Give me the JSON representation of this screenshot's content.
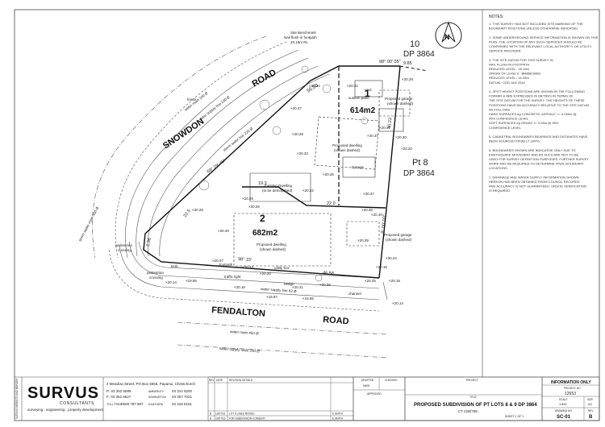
{
  "notes": {
    "title": "NOTES:",
    "lines": [
      "1.  THIS SURVEY HAS NOT INCLUDED SITE MARKING OF THE",
      "    BOUNDARY POSITIONS UNLESS OTHERWISE INDICATED.",
      "",
      "2.  SOME UNDERGROUND SERVICE INFORMATION IS SHOWN ON THIS",
      "    PLAN. THE LOCATION OF ANY SUCH SERVICES SHOULD BE",
      "    CONFIRMED WITH THE RELEVANT LOCAL AUTHORITY OR UTILITY",
      "    SERVICE PROVIDER.",
      "",
      "3.  THE SITE DATUM FOR THIS SURVEY IS:",
      "      NAIL FLUSH IN FOOTPATH",
      "      REDUCED LEVEL : 20.19m",
      "      ORIGIN OF LEVELS : BM888 B9B3",
      "      REDUCED LEVEL : 21.05m",
      "      DATUM : CDD JAN 2016",
      "",
      "4.  SPOT HEIGHT POSITIONS ARE SHOWN IN THE FOLLOWING",
      "    FORMAT & ARE EXPRESSED IN METRES IN TERMS OF",
      "    THE SITE DATUM FOR THE SURVEY. THE HEIGHTS OF THESE",
      "    POSITIONS HAVE AN ACCURACY RELATIVE TO THE SITE DATUM",
      "    AS FOLLOWS:",
      "      HARD SURFACES eg CONCRETE, ASPHALT +/- 0.030m @",
      "      95% CONFIDENCE LEVEL",
      "      SOFT SURFACES eg GRASS         +/- 0.05m @ 95%",
      "      CONFIDENCE LEVEL",
      "",
      "5.  CADASTRAL BOUNDARIES BEARINGS AND DISTANCES HAVE",
      "    BEEN SOURCED FROM LT 18476.",
      "",
      "6.  BOUNDARIES SHOWN ARE INDICATIVE ONLY DUE TO",
      "    EARTHQUAKE MOVEMENT AND AS SUCH ARE NOT TO BE",
      "    USED FOR SURVEY DEFINITION PURPOSES. FURTHER SURVEY",
      "    WORK MAY BE REQUIRED TO DETERMINE FINAL BOUNDARY",
      "    LOCATIONS.",
      "",
      "7.  DRAINAGE AND WATER SUPPLY INFORMATION SHOWN",
      "    HEREON HAS BEEN OBTAINED FROM COUNCIL RECORDS",
      "    AND ACCURACY IS NOT GUARANTEED. ONSITE VERIFICATION",
      "    IS REQUIRED."
    ]
  },
  "north_arrow": {
    "label": "N"
  },
  "roads": {
    "snowdon_1": "SNOWDON",
    "snowdon_2": "ROAD",
    "fendalton_1": "FENDALTON",
    "fendalton_2": "ROAD"
  },
  "lots": {
    "lot1": {
      "number": "1",
      "area": "614m2"
    },
    "lot2": {
      "number": "2",
      "area": "682m2"
    },
    "lot10": {
      "number": "10",
      "dp": "DP 3864"
    },
    "pt8": {
      "number": "Pt 8",
      "dp": "DP 3864"
    }
  },
  "boundary": {
    "top_bearing": "98° 00' 05\"",
    "top_dist": "9.85",
    "nw_dist": "56.50",
    "nw_bearing": "69° 29' 40\"",
    "mid_dist": "22.5",
    "mid2": "19.3",
    "inner_dist": "22.0",
    "east_bearing": "45.23",
    "east2": "8° 00' 00\"",
    "south_bearing": "98° 15'",
    "south_dist": "46.58",
    "west_dist": "2.36"
  },
  "features": {
    "site_benchmark": "Site Benchmark",
    "nail_flush": "Nail flush in footpath",
    "rl": "20.19m RL",
    "pool": "pool",
    "sunken_patio": "sunken patio",
    "proposed_garage_1": "Proposed garage",
    "proposed_garage_1b": "(shown dashed)",
    "proposed_dwelling_1": "Proposed dwelling",
    "proposed_dwelling_1b": "(shown dashed)",
    "garage": "Garage",
    "existing_dwelling": "Existing Dwelling",
    "existing_dwelling_b": "(to be demolished)",
    "proposed_dwelling_2": "Proposed dwelling",
    "proposed_dwelling_2b": "(shown dashed)",
    "proposed_garage_2": "Proposed garage",
    "proposed_garage_2b": "(shown dashed)",
    "pedestrian_crossing_1": "pedestrian",
    "pedestrian_crossing_1b": "crossing",
    "pedestrian_crossing_2": "pedestrian",
    "pedestrian_crossing_2b": "crossing",
    "water_main_1": "water main 100 Ø",
    "water_supply_1": "water supply line 100 Ø",
    "storm_water_1": "storm water line 225 Ø",
    "water_main_2": "water main 450 Ø",
    "water_supply_2": "water supply main 200 Ø",
    "storm_water_2": "storm water main 450 Ø",
    "water_supply_3": "water supply line 63 Ø",
    "footpath": "footpath",
    "kerb": "kerb",
    "channel": "channel",
    "traffic_light": "traffic light",
    "utility_box": "utility box",
    "hedge": "hedge",
    "fence": "fence"
  },
  "spot_levels": [
    "20.31",
    "20.29",
    "20.37",
    "20.37",
    "20.28",
    "20.33",
    "20.37",
    "20.30",
    "20.26",
    "20.22",
    "20.20",
    "20.37",
    "20.29",
    "20.36",
    "20.40",
    "20.26",
    "20.40",
    "20.39",
    "20.24",
    "20.28",
    "20.31",
    "20.21",
    "20.25",
    "20.14",
    "20.16",
    "20.07",
    "19.95",
    "20.18",
    "20.15",
    "20.23",
    "19.97",
    "19.85",
    "20.20",
    "20.08",
    "20.14"
  ],
  "titleblock": {
    "logo": "SURVUS",
    "consultants": "CONSULTANTS",
    "tagline": "surveying . engineering . property development",
    "address": "4 Meadow Street, PO Box 5556, Papanui, Christchurch",
    "phone_1": "P: 03 352 5599",
    "fax": "F: 03 352 5527",
    "tollfree": "0508 787 887",
    "amberley": "03 314 9200",
    "ashburton": "03 307 7021",
    "kaikoura": "03 318 8151",
    "amberley_label": "AMBERLEY",
    "ashburton_label": "ASHBURTON",
    "kaikoura_label": "KAIKOURA",
    "tollfree_label": "TOLL FREE",
    "side_label": "SURVUS WEBSITE AND BORDER",
    "revision_headers": [
      "REV",
      "DATE",
      "REVISION DETAILS"
    ],
    "revisions": [
      [
        "B",
        "13/07/16",
        "LOT 9 LINES MOVED",
        "E.SMITH"
      ],
      [
        "A",
        "23/07/16",
        "FOR SUBDIVISION CONSENT",
        "E.SMITH"
      ]
    ],
    "drafted_label": "DRAFTED",
    "drafted": "NWS",
    "checked_label": "CHECKED",
    "approved_label": "APPROVED",
    "project_label": "PROJECT",
    "title_label": "TITLE",
    "title": "PROPOSED SUBDIVISION OF PT LOTS 8 & 9 DP 3864",
    "ct": "CT 21B/796",
    "sheet": "SHEET 1 OF 1",
    "info_only": "INFORMATION ONLY",
    "project_no_label": "PROJECT NO",
    "project_no": "12653",
    "scale_label": "SCALE",
    "scale": "1:500",
    "size_label": "SIZE",
    "size": "A3",
    "drawing_label": "DRAWING NO",
    "drawing_no": "SC-01",
    "rev_label": "REV",
    "rev": "B"
  }
}
